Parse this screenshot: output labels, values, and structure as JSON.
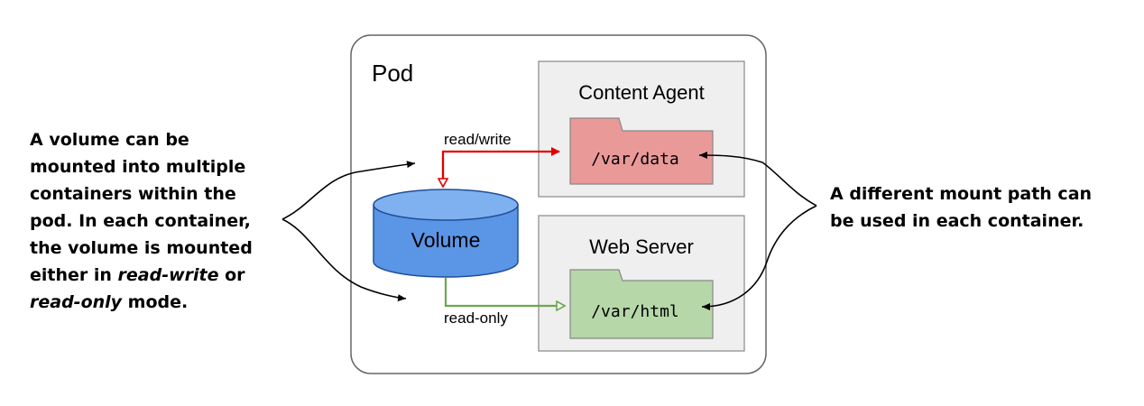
{
  "pod": {
    "label": "Pod"
  },
  "containers": [
    {
      "title": "Content Agent",
      "mount_path": "/var/data",
      "access": "read/write",
      "color": "#ea9999",
      "line_color": "#e00000"
    },
    {
      "title": "Web Server",
      "mount_path": "/var/html",
      "access": "read-only",
      "color": "#b6d7a8",
      "line_color": "#6aa84f"
    }
  ],
  "volume": {
    "label": "Volume",
    "color": "#5b95e5"
  },
  "notes": {
    "left": {
      "line1": "A volume can be",
      "line2": "mounted into multiple",
      "line3": "containers within the",
      "line4": "pod. In each container,",
      "line5": "the volume is mounted",
      "line6_prefix": "either in ",
      "line6_italic": "read-write",
      "line6_suffix": " or",
      "line7_italic": "read-only",
      "line7_suffix": " mode."
    },
    "right": {
      "line1": "A different mount path can",
      "line2": "be used in each container."
    }
  }
}
